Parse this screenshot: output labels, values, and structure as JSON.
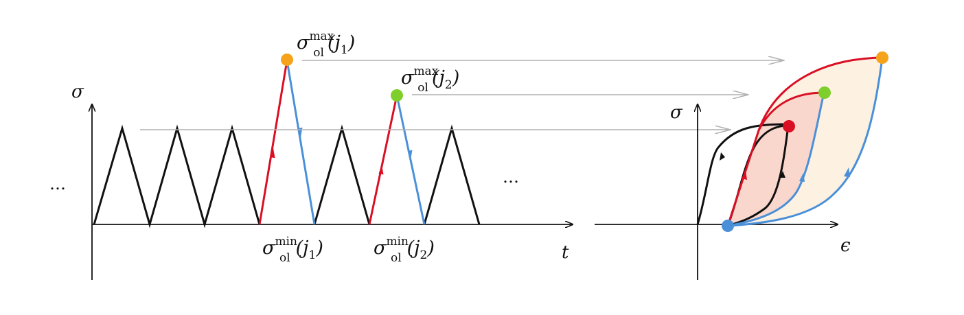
{
  "colors": {
    "black": "#111111",
    "loading": "#d90f24",
    "unloading": "#4a90d9",
    "arrow": "#b0b0b0",
    "point_high": "#f5a31a",
    "point_mid": "#7ecf2c",
    "point_base": "#d90f24",
    "point_origin": "#4a90d9",
    "fill_outer": "#fdf1e1",
    "fill_inner": "#fad7cc"
  },
  "left_plot": {
    "y_label": "σ",
    "x_label": "t",
    "ellipsis_left": "…",
    "ellipsis_right": "…",
    "peak1_label": {
      "base": "σ",
      "sup": "max",
      "sub": "ol",
      "arg": "(j",
      "argsub": "1",
      "close": ")"
    },
    "peak2_label": {
      "base": "σ",
      "sup": "max",
      "sub": "ol",
      "arg": "(j",
      "argsub": "2",
      "close": ")"
    },
    "min1_label": {
      "base": "σ",
      "sup": "min",
      "sub": "ol",
      "arg": "(j",
      "argsub": "1",
      "close": ")"
    },
    "min2_label": {
      "base": "σ",
      "sup": "min",
      "sub": "ol",
      "arg": "(j",
      "argsub": "2",
      "close": ")"
    }
  },
  "right_plot": {
    "y_label": "σ",
    "x_label": "ϵ"
  }
}
